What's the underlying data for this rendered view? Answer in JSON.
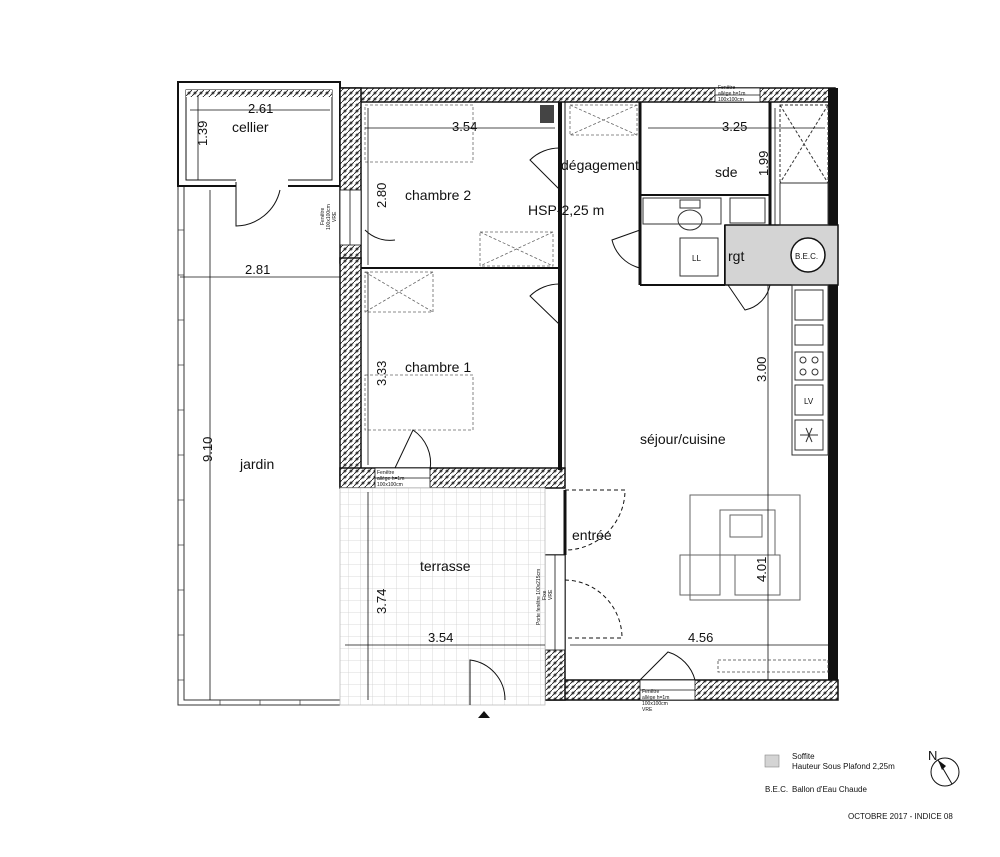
{
  "rooms": {
    "cellier": "cellier",
    "chambre2": "chambre 2",
    "chambre1": "chambre 1",
    "degagement": "dégagement",
    "hsp": "HSP-2,25 m",
    "sde": "sde",
    "rgt": "rgt",
    "sejour": "séjour/cuisine",
    "entree": "entrée",
    "jardin": "jardin",
    "terrasse": "terrasse"
  },
  "dimensions": {
    "cellier_w": "2.61",
    "cellier_h": "1.39",
    "ch2_w": "3.54",
    "ch2_h": "2.80",
    "sde_w": "3.25",
    "sde_h": "1.99",
    "jardin_w": "2.81",
    "jardin_h": "9.10",
    "ch1_h": "3.33",
    "sejour_h1": "3.00",
    "sejour_h2": "4.01",
    "terrasse_h": "3.74",
    "terrasse_w": "3.54",
    "sejour_w": "4.56"
  },
  "fixtures": {
    "bec": "B.E.C.",
    "ll": "LL",
    "lv": "LV"
  },
  "window_notes": {
    "top_l1": "Fenêtre",
    "top_l2": "allège h=1m",
    "top_l3": "100x100cm",
    "ch1_l1": "Fenêtre",
    "ch1_l2": "allège h=1m",
    "ch1_l3": "100x100cm",
    "bot_l1": "Fenêtre",
    "bot_l2": "allège h=1m",
    "bot_l3": "100x100cm",
    "bot_l4": "VRE",
    "ch2_side_l1": "Fenêtre",
    "ch2_side_l2": "100x100cm",
    "ch2_side_l3": "VRE",
    "ent_l1": "Porte fenêtre 100x215cm",
    "ent_l2": "Fixe",
    "ent_l3": "VRE"
  },
  "legend": {
    "soffite": "Soffite",
    "hsp": "Hauteur Sous Plafond 2,25m",
    "bec": "B.E.C.",
    "bec_desc": "Ballon d'Eau Chaude",
    "date": "OCTOBRE 2017 - INDICE 08",
    "north": "N"
  },
  "colors": {
    "wall": "#111111",
    "soffite": "#d4d4d4",
    "terrace_tile": "#c8c8c8",
    "fixture_line": "#555555"
  }
}
